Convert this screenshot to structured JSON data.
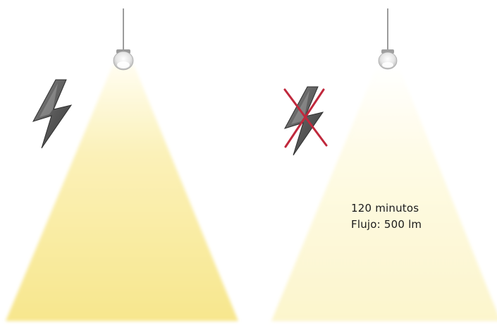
{
  "scenes": [
    {
      "state": "with power supply",
      "power_icon": "lightning-bolt-icon",
      "power_crossed": false,
      "light_level": "full"
    },
    {
      "state": "emergency mode",
      "power_icon": "lightning-bolt-icon",
      "power_crossed": true,
      "light_level": "reduced",
      "caption": {
        "duration": "120 minutos",
        "flux": "Flujo: 500 lm"
      }
    }
  ],
  "colors": {
    "beam_full": "#f9ec9c",
    "beam_reduced": "#fdf6cf",
    "bolt": "#555555",
    "cross": "#c0283c",
    "cable": "#333333"
  }
}
